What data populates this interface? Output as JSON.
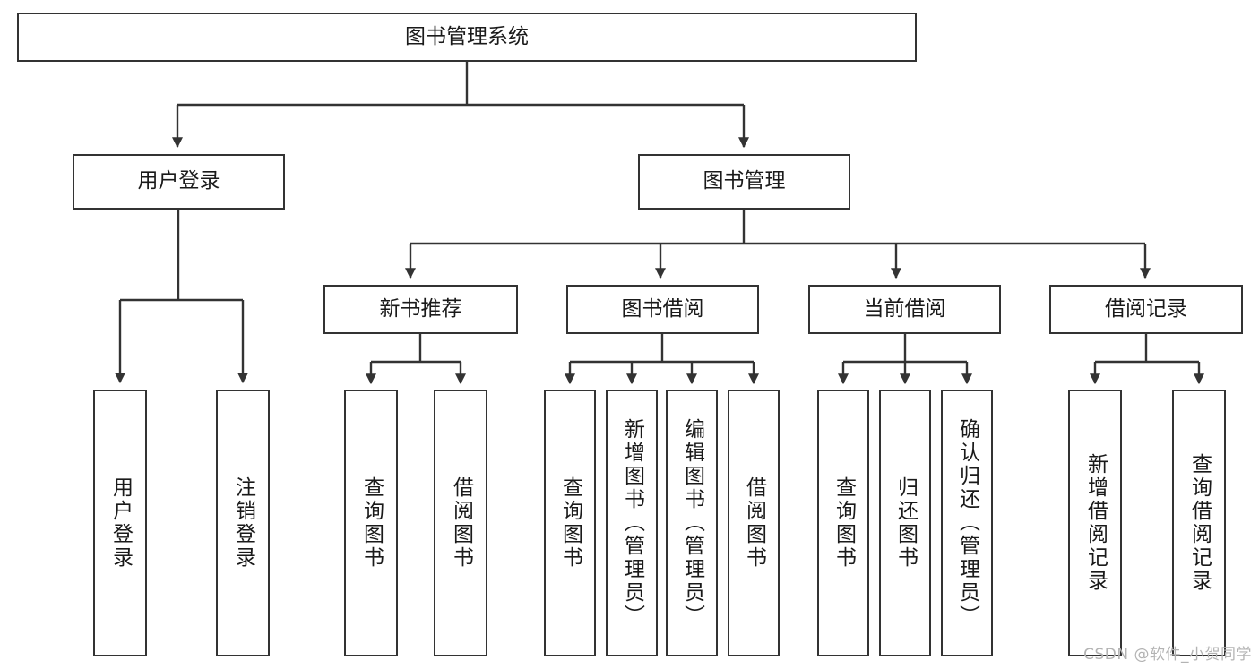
{
  "diagram": {
    "type": "hierarchy-tree",
    "title": "图书管理系统",
    "watermark": "CSDN @软件_小贺同学",
    "colors": {
      "node_border": "#333333",
      "node_fill": "#ffffff",
      "edge": "#333333",
      "text": "#1a1a1a",
      "watermark": "#b3b3b3",
      "background": "#ffffff"
    },
    "nodes": {
      "root": {
        "label": "图书管理系统"
      },
      "level2": [
        {
          "id": "user-login",
          "label": "用户登录"
        },
        {
          "id": "book-manage",
          "label": "图书管理"
        }
      ],
      "level3": [
        {
          "id": "new-book-recommend",
          "label": "新书推荐"
        },
        {
          "id": "book-borrow",
          "label": "图书借阅"
        },
        {
          "id": "current-borrow",
          "label": "当前借阅"
        },
        {
          "id": "borrow-record",
          "label": "借阅记录"
        }
      ],
      "leaves": {
        "user_login": [
          {
            "id": "leaf-user-login",
            "label": "用户登录"
          },
          {
            "id": "leaf-logout-login",
            "label": "注销登录"
          }
        ],
        "new_book_recommend": [
          {
            "id": "leaf-query-book-1",
            "label": "查询图书"
          },
          {
            "id": "leaf-borrow-book-1",
            "label": "借阅图书"
          }
        ],
        "book_borrow": [
          {
            "id": "leaf-query-book-2",
            "label": "查询图书"
          },
          {
            "id": "leaf-add-book",
            "label": "新增图书（管理员）"
          },
          {
            "id": "leaf-edit-book",
            "label": "编辑图书（管理员）"
          },
          {
            "id": "leaf-borrow-book-2",
            "label": "借阅图书"
          }
        ],
        "current_borrow": [
          {
            "id": "leaf-query-book-3",
            "label": "查询图书"
          },
          {
            "id": "leaf-return-book",
            "label": "归还图书"
          },
          {
            "id": "leaf-confirm-return",
            "label": "确认归还（管理员）"
          }
        ],
        "borrow_record": [
          {
            "id": "leaf-add-record",
            "label": "新增借阅记录"
          },
          {
            "id": "leaf-query-record",
            "label": "查询借阅记录"
          }
        ]
      }
    }
  }
}
